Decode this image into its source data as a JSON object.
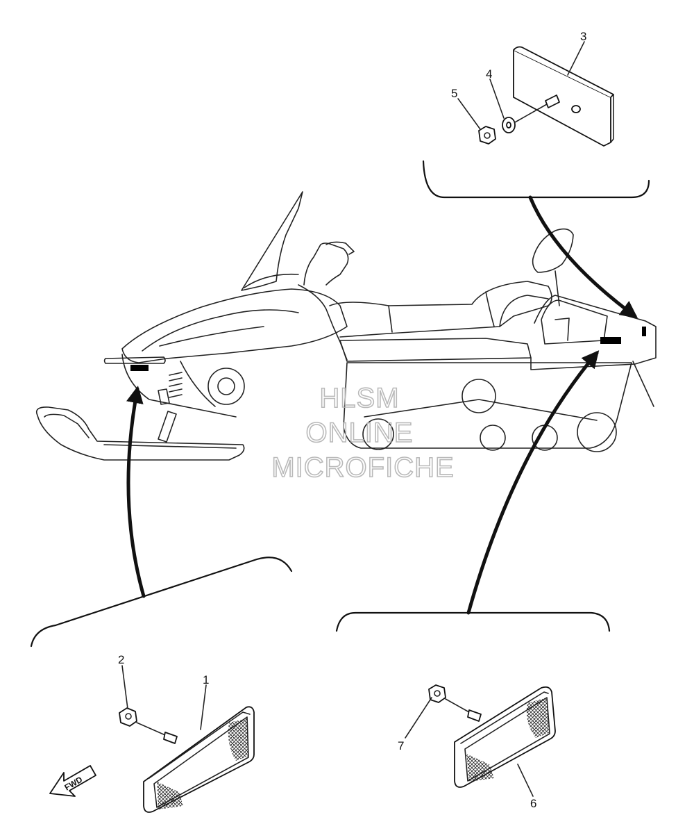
{
  "watermark": {
    "line1": "HLSM",
    "line2": "ONLINE",
    "line3": "MICROFICHE"
  },
  "fwd_label": "FWD",
  "callouts": {
    "c1": "1",
    "c2": "2",
    "c3": "3",
    "c4": "4",
    "c5": "5",
    "c6": "6",
    "c7": "7"
  }
}
